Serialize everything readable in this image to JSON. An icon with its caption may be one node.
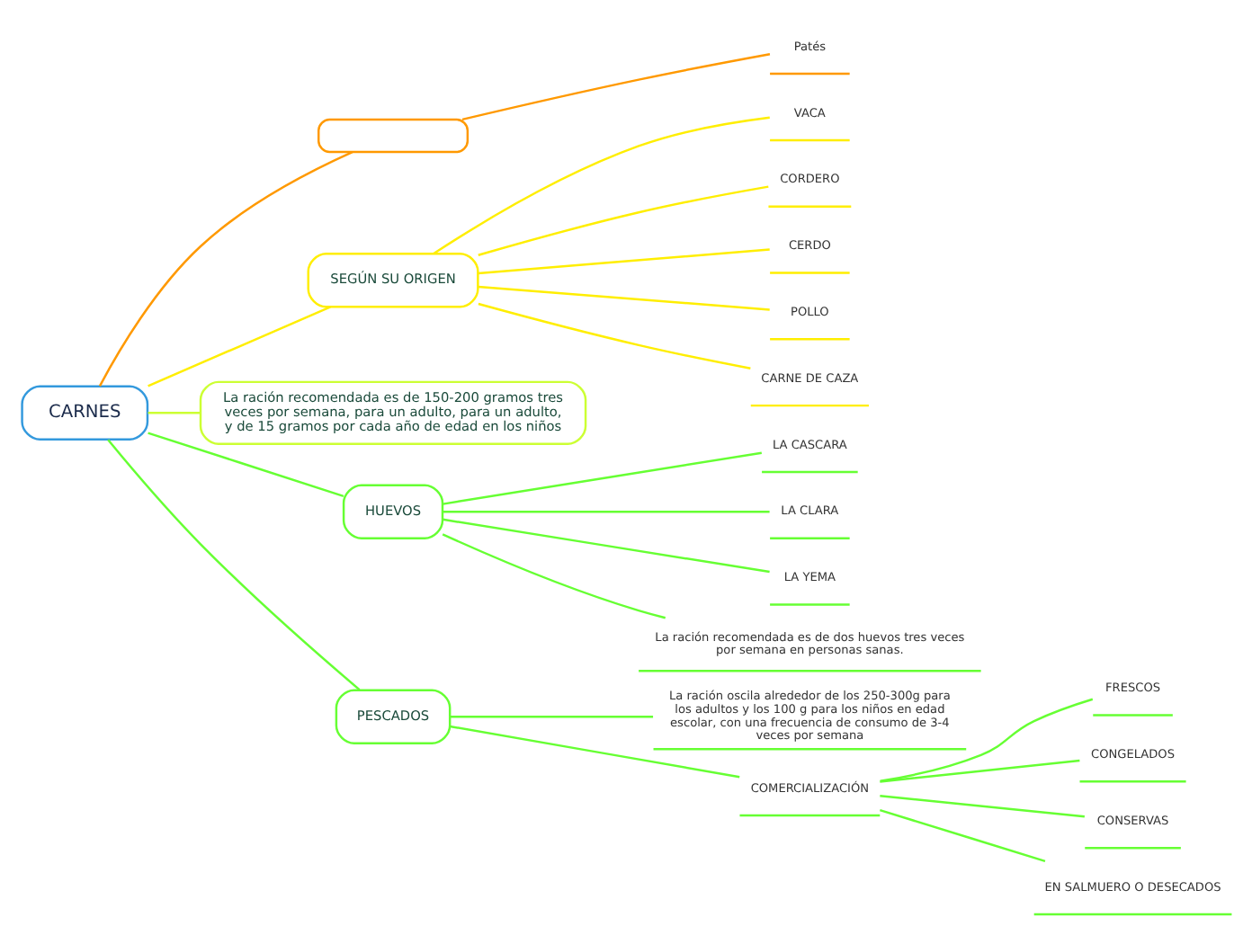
{
  "diagram": {
    "nodes": [
      {
        "text": [
          "CARNES"
        ]
      },
      {
        "text": [],
        "shape": "box"
      },
      {
        "text": [
          "Patés"
        ]
      },
      {
        "text": [
          "SEGÚN SU ORIGEN"
        ]
      },
      {
        "text": [
          "VACA"
        ]
      },
      {
        "text": [
          "CORDERO"
        ]
      },
      {
        "text": [
          "CERDO"
        ]
      },
      {
        "text": [
          "POLLO"
        ]
      },
      {
        "text": [
          "CARNE DE CAZA"
        ]
      },
      {
        "text": [
          "La ración recomendada es de 150-200 gramos tres veces por semana, para un adulto, para un adulto, y de 15 gramos por cada año de edad en los niños"
        ]
      },
      {
        "text": [
          "HUEVOS"
        ]
      },
      {
        "text": [
          "LA CASCARA"
        ]
      },
      {
        "text": [
          "LA CLARA"
        ]
      },
      {
        "text": [
          "LA YEMA"
        ]
      },
      {
        "text": [
          "La ración recomendada es de dos huevos tres veces por semana en personas sanas."
        ]
      },
      {
        "text": [
          "PESCADOS"
        ]
      },
      {
        "text": [
          "La ración oscila alrededor de los 250-300g para los adultos y los 100 g para los niños en edad escolar, con una frecuencia de consumo de 3-4 veces por semana"
        ]
      },
      {
        "text": [
          "COMERCIALIZACIÓN"
        ]
      },
      {
        "text": [
          "FRESCOS"
        ]
      },
      {
        "text": [
          "CONGELADOS"
        ]
      },
      {
        "text": [
          "CONSERVAS"
        ]
      },
      {
        "text": [
          "EN SALMUERO O DESECADOS"
        ]
      }
    ],
    "edges": [
      {
        "from": 0,
        "to": 1,
        "arrow": "none",
        "color": "#ff9900"
      },
      {
        "from": 1,
        "to": 2,
        "arrow": "none",
        "color": "#ff9900"
      },
      {
        "from": 0,
        "to": 3,
        "arrow": "none",
        "color": "#ffee00"
      },
      {
        "from": 3,
        "to": 4,
        "arrow": "none",
        "color": "#ffee00"
      },
      {
        "from": 3,
        "to": 5,
        "arrow": "none",
        "color": "#ffee00"
      },
      {
        "from": 3,
        "to": 6,
        "arrow": "none",
        "color": "#ffee00"
      },
      {
        "from": 3,
        "to": 7,
        "arrow": "none",
        "color": "#ffee00"
      },
      {
        "from": 3,
        "to": 8,
        "arrow": "none",
        "color": "#ffee00"
      },
      {
        "from": 0,
        "to": 9,
        "arrow": "none",
        "color": "#ccff33"
      },
      {
        "from": 0,
        "to": 10,
        "arrow": "none"
      },
      {
        "from": 10,
        "to": 11,
        "arrow": "none"
      },
      {
        "from": 10,
        "to": 12,
        "arrow": "none"
      },
      {
        "from": 10,
        "to": 13,
        "arrow": "none"
      },
      {
        "from": 10,
        "to": 14,
        "arrow": "none"
      },
      {
        "from": 0,
        "to": 15,
        "arrow": "none"
      },
      {
        "from": 15,
        "to": 16,
        "arrow": "none"
      },
      {
        "from": 15,
        "to": 17,
        "arrow": "none"
      },
      {
        "from": 17,
        "to": 18,
        "arrow": "none"
      },
      {
        "from": 17,
        "to": 19,
        "arrow": "none"
      },
      {
        "from": 17,
        "to": 20,
        "arrow": "none"
      },
      {
        "from": 17,
        "to": 21,
        "arrow": "none"
      }
    ]
  }
}
